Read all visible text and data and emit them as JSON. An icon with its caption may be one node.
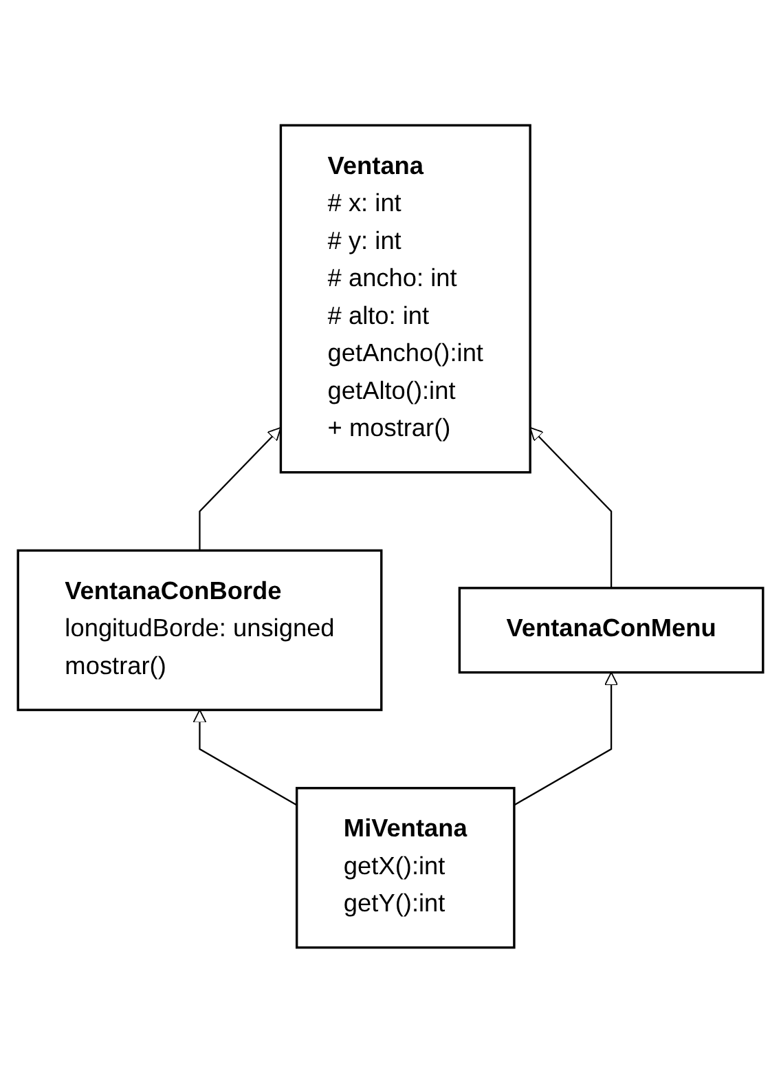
{
  "diagram": {
    "nodes": [
      {
        "text": [
          "Ventana",
          "# x: int",
          "# y: int",
          "# ancho: int",
          "# alto: int",
          "getAncho():int",
          "getAlto():int",
          "+ mostrar()"
        ]
      },
      {
        "text": [
          "VentanaConBorde",
          "longitudBorde: unsigned",
          "mostrar()"
        ]
      },
      {
        "text": [
          "VentanaConMenu"
        ]
      },
      {
        "text": [
          "MiVentana",
          "getX():int",
          "getY():int"
        ]
      }
    ],
    "edges": [
      {
        "from": 1,
        "to": 0,
        "arrow": "to"
      },
      {
        "from": 2,
        "to": 0,
        "arrow": "to"
      },
      {
        "from": 3,
        "to": 1,
        "arrow": "to"
      },
      {
        "from": 3,
        "to": 2,
        "arrow": "to"
      }
    ]
  }
}
